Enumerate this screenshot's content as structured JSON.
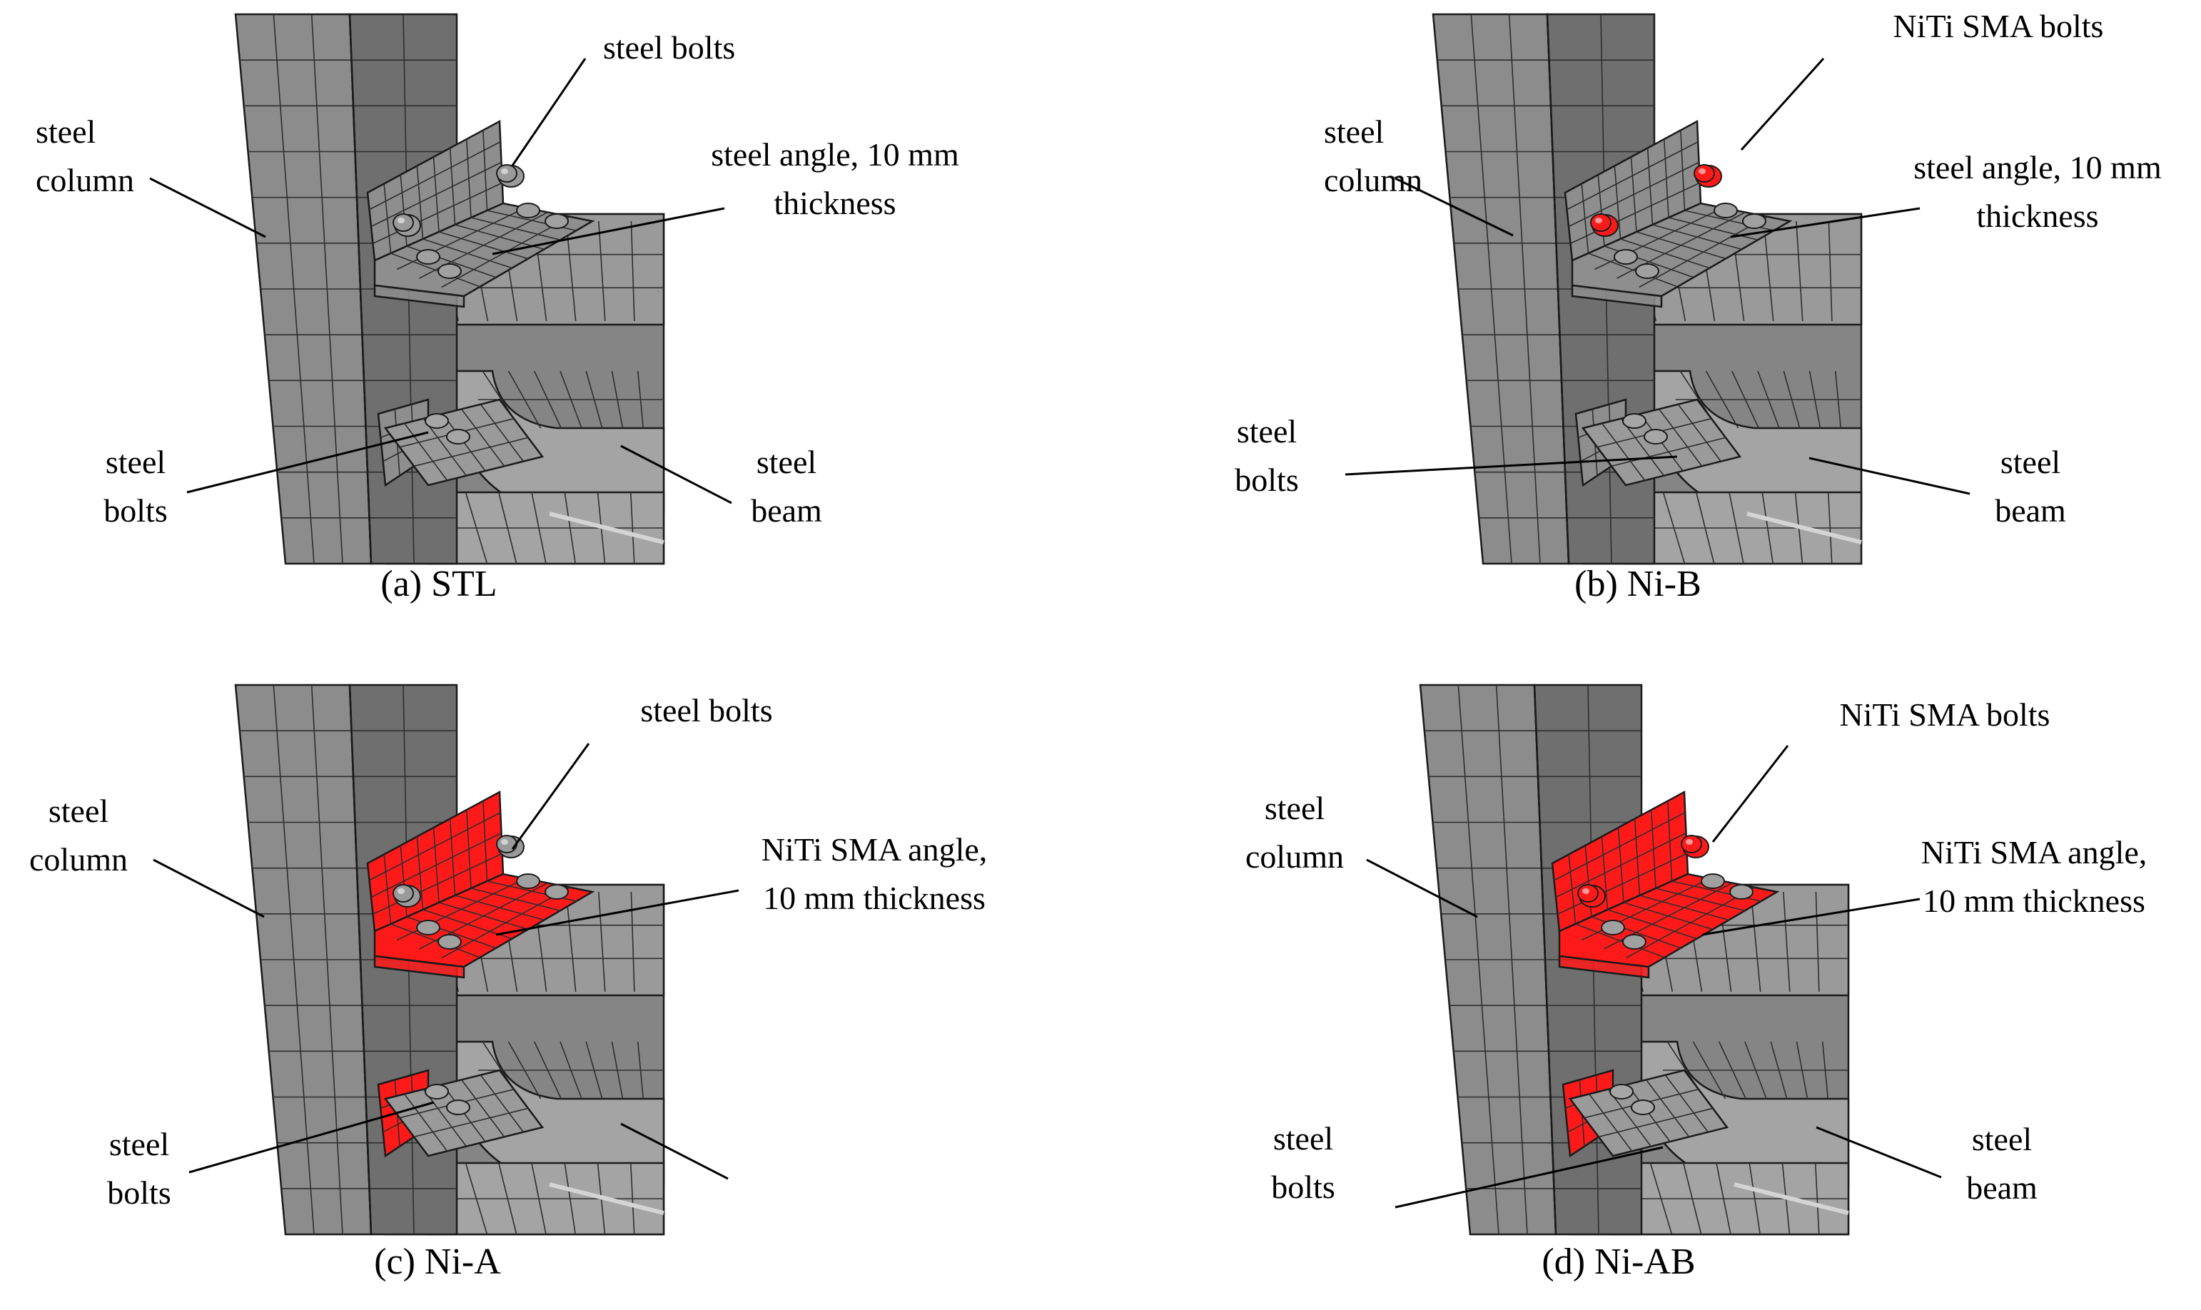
{
  "panels": [
    {
      "id": "a",
      "caption": "(a) STL",
      "angle_color": "#8e8e8e",
      "top_bolt_color": "#9a9a9a",
      "bottom_angle_color": "#8e8e8e",
      "labels": {
        "column": [
          "steel",
          "column"
        ],
        "top_bolts": [
          "steel bolts"
        ],
        "angle": [
          "steel angle, 10 mm",
          "thickness"
        ],
        "bottom_bolts": [
          "steel",
          "bolts"
        ],
        "beam": [
          "steel",
          "beam"
        ]
      }
    },
    {
      "id": "b",
      "caption": "(b) Ni-B",
      "angle_color": "#8e8e8e",
      "top_bolt_color": "#ff1a1a",
      "bottom_angle_color": "#8e8e8e",
      "labels": {
        "column": [
          "steel",
          "column"
        ],
        "top_bolts": [
          "NiTi SMA bolts"
        ],
        "angle": [
          "steel angle, 10 mm",
          "thickness"
        ],
        "bottom_bolts": [
          "steel",
          "bolts"
        ],
        "beam": [
          "steel",
          "beam"
        ]
      }
    },
    {
      "id": "c",
      "caption": "(c) Ni-A",
      "angle_color": "#ff1a1a",
      "top_bolt_color": "#9a9a9a",
      "bottom_angle_color": "#ff1a1a",
      "labels": {
        "column": [
          "steel",
          "column"
        ],
        "top_bolts": [
          "steel bolts"
        ],
        "angle": [
          "NiTi SMA angle,",
          "10 mm thickness"
        ],
        "bottom_bolts": [
          "steel",
          "bolts"
        ],
        "beam": []
      }
    },
    {
      "id": "d",
      "caption": "(d) Ni-AB",
      "angle_color": "#ff1a1a",
      "top_bolt_color": "#ff1a1a",
      "bottom_angle_color": "#ff1a1a",
      "labels": {
        "column": [
          "steel",
          "column"
        ],
        "top_bolts": [
          "NiTi SMA bolts"
        ],
        "angle": [
          "NiTi SMA angle,",
          "10 mm thickness"
        ],
        "bottom_bolts": [
          "steel",
          "bolts"
        ],
        "beam": [
          "steel",
          "beam"
        ]
      }
    }
  ],
  "colors": {
    "column_face": "#8c8c8c",
    "column_side": "#6f6f6f",
    "beam_top": "#9a9a9a",
    "beam_web": "#858585",
    "beam_flange": "#a4a4a4",
    "mesh_line": "#2e2e2e",
    "nitinol": "#ff1a1a",
    "steel": "#8e8e8e"
  }
}
